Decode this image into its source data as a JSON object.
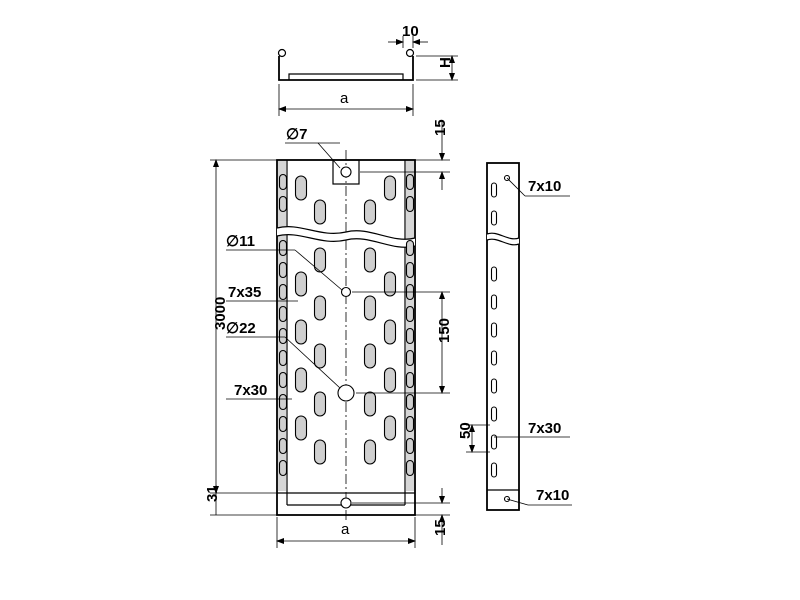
{
  "labels": {
    "a_top": "a",
    "a_bottom": "a",
    "d10": "10",
    "dH": "H",
    "d15_top": "15",
    "d15_bottom": "15",
    "d3000": "3000",
    "d31": "31",
    "d150": "150",
    "d50": "50",
    "phi7": "∅7",
    "phi11": "∅11",
    "phi22": "∅22",
    "s7x35": "7x35",
    "s7x30_left": "7x30",
    "s7x10_top": "7x10",
    "s7x30_right": "7x30",
    "s7x10_bottom": "7x10"
  }
}
